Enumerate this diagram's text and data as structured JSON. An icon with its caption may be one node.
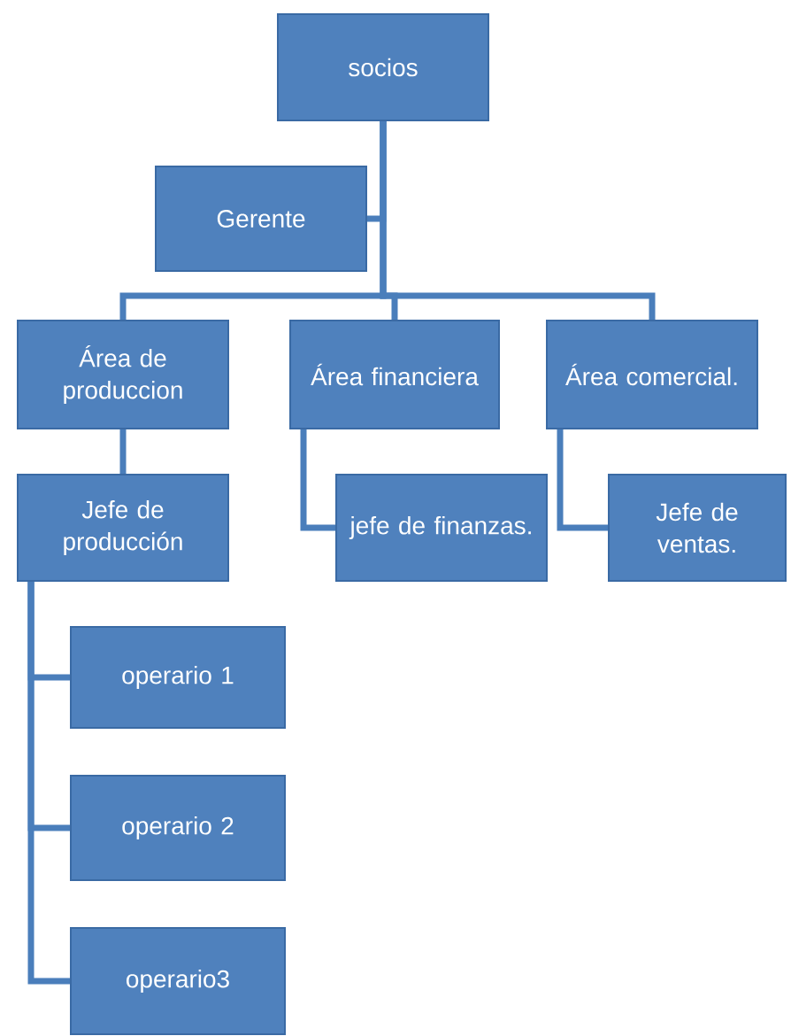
{
  "diagram": {
    "nodes": [
      {
        "text": [
          "socios"
        ]
      },
      {
        "text": [
          "Gerente"
        ]
      },
      {
        "text": [
          "Área de produccion"
        ]
      },
      {
        "text": [
          "Área financiera"
        ]
      },
      {
        "text": [
          "Área comercial."
        ]
      },
      {
        "text": [
          "Jefe de producción"
        ]
      },
      {
        "text": [
          "jefe de finanzas."
        ]
      },
      {
        "text": [
          "Jefe de ventas."
        ]
      },
      {
        "text": [
          "operario 1"
        ]
      },
      {
        "text": [
          "operario 2"
        ]
      },
      {
        "text": [
          "operario3"
        ]
      }
    ],
    "edges": [
      {
        "from": 0,
        "to": 1,
        "arrow": "none"
      },
      {
        "from": 0,
        "to": 2,
        "arrow": "none"
      },
      {
        "from": 0,
        "to": 3,
        "arrow": "none"
      },
      {
        "from": 0,
        "to": 4,
        "arrow": "none"
      },
      {
        "from": 2,
        "to": 5,
        "arrow": "none"
      },
      {
        "from": 3,
        "to": 6,
        "arrow": "none"
      },
      {
        "from": 4,
        "to": 7,
        "arrow": "none"
      },
      {
        "from": 5,
        "to": 8,
        "arrow": "none"
      },
      {
        "from": 5,
        "to": 9,
        "arrow": "none"
      },
      {
        "from": 5,
        "to": 10,
        "arrow": "none"
      }
    ]
  }
}
